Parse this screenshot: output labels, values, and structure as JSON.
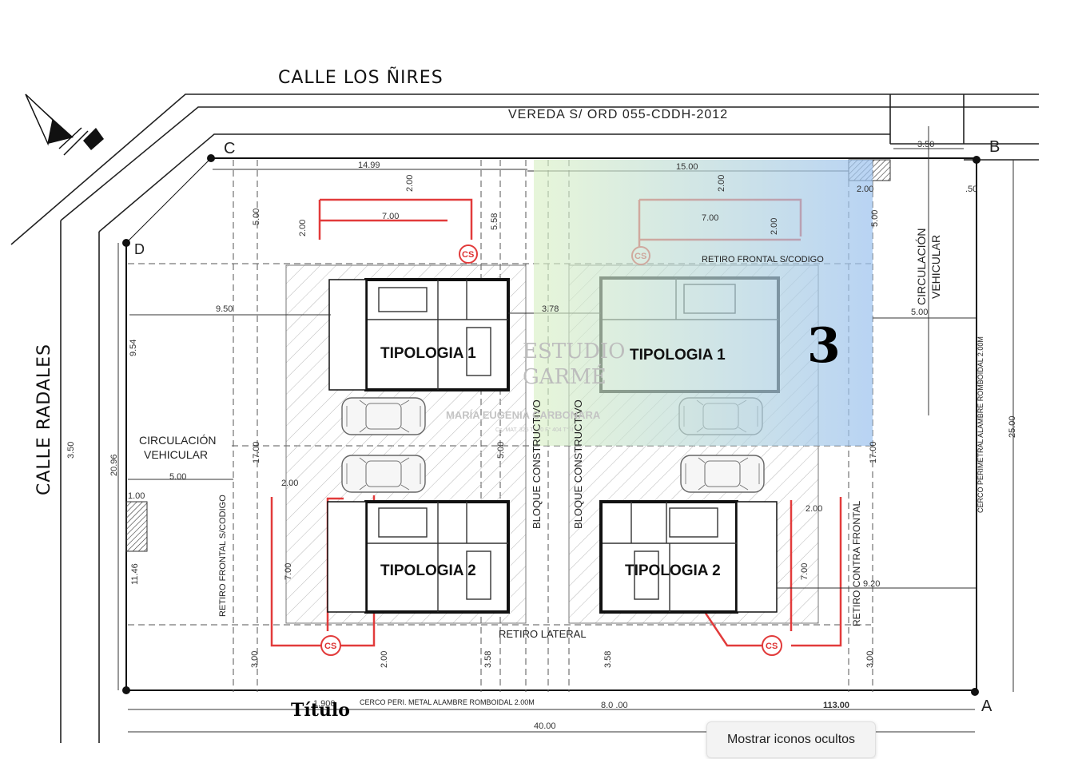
{
  "streets": {
    "top": "CALLE LOS ÑIRES",
    "left": "CALLE RADALES"
  },
  "sidewalk": "VEREDA S/ ORD 055-CDDH-2012",
  "corners": {
    "a": "A",
    "b": "B",
    "c": "C",
    "d": "D"
  },
  "units": {
    "t1_left": "TIPOLOGIA 1",
    "t1_right": "TIPOLOGIA 1",
    "t2_left": "TIPOLOGIA 2",
    "t2_right": "TIPOLOGIA 2"
  },
  "labels": {
    "circ_left_1": "CIRCULACIÓN",
    "circ_left_2": "VEHICULAR",
    "circ_right_1": "CIRCULACIÓN",
    "circ_right_2": "VEHICULAR",
    "retiro_frontal_top": "RETIRO FRONTAL S/CODIGO",
    "retiro_frontal_left": "RETIRO FRONTAL S/CODIGO",
    "retiro_lateral": "RETIRO LATERAL",
    "retiro_contra": "RETIRO CONTRA FRONTAL",
    "bloque_1": "BLOQUE CONSTRUCTIVO",
    "bloque_2": "BLOQUE CONSTRUCTIVO",
    "cerco_right": "CERCO PERIMETRAL ALAMBRE ROMBOIDAL 2.00M",
    "cerco_bottom": "CERCO PERI. METAL ALAMBRE ROMBOIDAL 2.00M",
    "cs": "CS"
  },
  "dimensions": {
    "d1499": "14.99",
    "d1500": "15.00",
    "d350": "3.50",
    "d200": "2.00",
    "d050": ".50",
    "d700": "7.00",
    "d500": "5.00",
    "d558": "5.58",
    "d950": "9.50",
    "d954": "9.54",
    "d378": "3.78",
    "d1700": "17.00",
    "d2096": "20.96",
    "d100": "1.00",
    "d1146": "11.46",
    "d300": "3.00",
    "d358": "3.58",
    "d920": "9.20",
    "d2500": "25.00",
    "d4000": "40.00",
    "d800": "8.0 .00",
    "d11300": "113.00",
    "d1900": "1.900"
  },
  "watermark": {
    "name_1": "ESTUDIO",
    "name_2": "GARMÉ",
    "person": "MARÍA EUGENIA CARBONARA",
    "reg": "Cs. MAT. 325 T° 20 F° 404 T° II"
  },
  "overlay": {
    "number": "3",
    "title": "Título",
    "highlight_colors": [
      "#d9f0c4",
      "#9cc2ef"
    ]
  },
  "tooltip": "Mostrar iconos ocultos"
}
